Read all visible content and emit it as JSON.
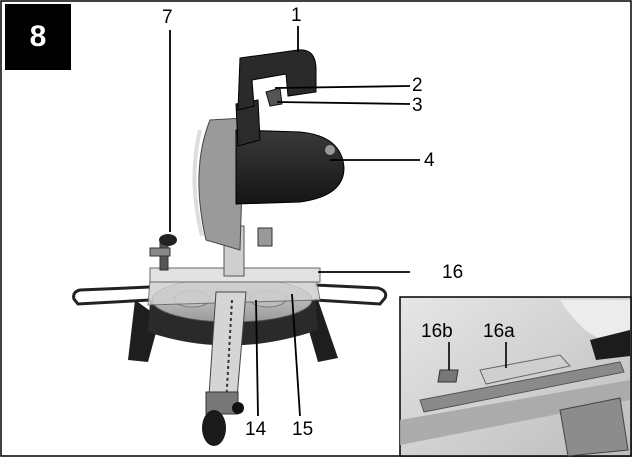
{
  "figure_number": "8",
  "callouts": [
    "1",
    "2",
    "3",
    "4",
    "7",
    "14",
    "15",
    "16"
  ],
  "inset_callouts": [
    "16b",
    "16a"
  ],
  "image_subject": "miter-saw-photo"
}
